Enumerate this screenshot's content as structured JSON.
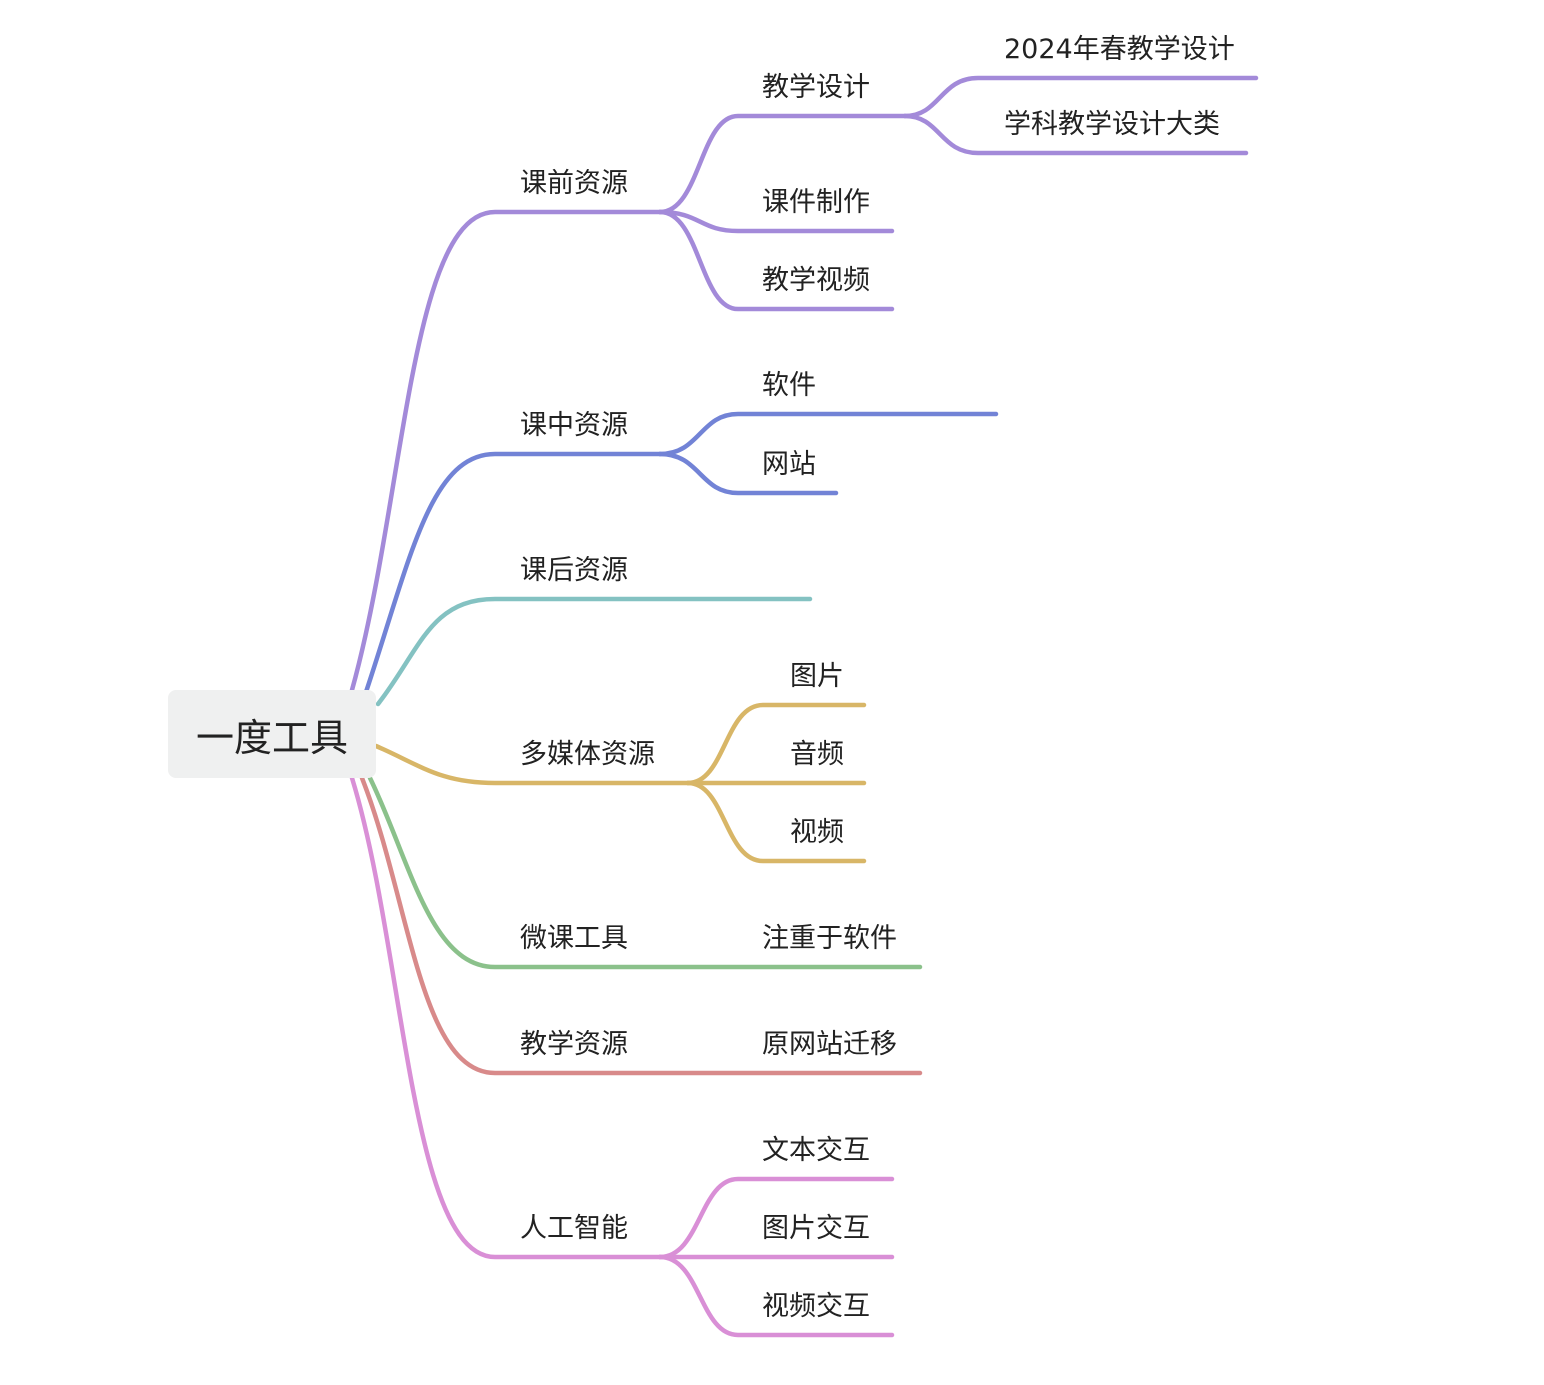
{
  "root": {
    "label": "一度工具"
  },
  "colors": {
    "pre_class": "#a38ad9",
    "in_class": "#7283d6",
    "after_class": "#84c2c2",
    "multimedia": "#d8b667",
    "micro_lesson": "#8bc18b",
    "teaching": "#d88a8a",
    "ai": "#d98fd6"
  },
  "branches": {
    "pre_class": {
      "label": "课前资源",
      "children": {
        "teaching_design": {
          "label": "教学设计",
          "children": [
            "2024年春教学设计",
            "学科教学设计大类"
          ]
        },
        "courseware": {
          "label": "课件制作"
        },
        "video": {
          "label": "教学视频"
        }
      }
    },
    "in_class": {
      "label": "课中资源",
      "children": [
        "软件",
        "网站"
      ]
    },
    "after_class": {
      "label": "课后资源"
    },
    "multimedia": {
      "label": "多媒体资源",
      "children": [
        "图片",
        "音频",
        "视频"
      ]
    },
    "micro_lesson": {
      "label": "微课工具",
      "children": [
        "注重于软件"
      ]
    },
    "teaching": {
      "label": "教学资源",
      "children": [
        "原网站迁移"
      ]
    },
    "ai": {
      "label": "人工智能",
      "children": [
        "文本交互",
        "图片交互",
        "视频交互"
      ]
    }
  }
}
